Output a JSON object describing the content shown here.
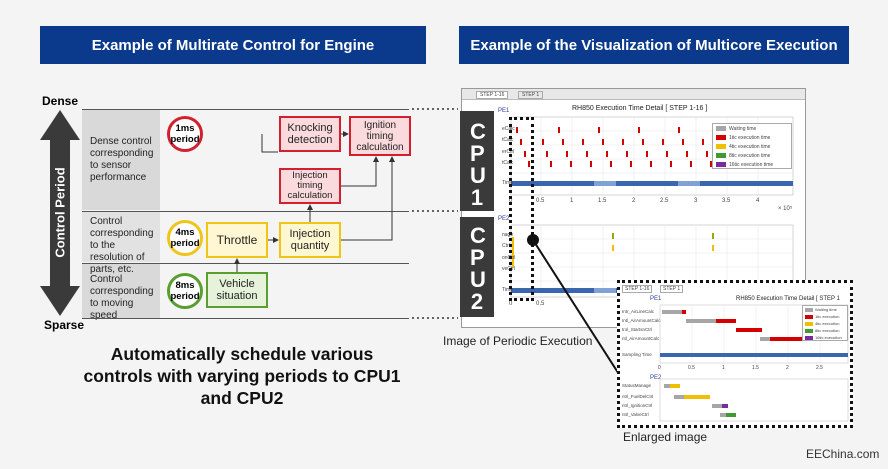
{
  "left_header": "Example of Multirate Control for Engine",
  "right_header": "Example of the Visualization of Multicore Execution",
  "axis": {
    "top": "Dense",
    "bottom": "Sparse",
    "title": "Control Period"
  },
  "bands": [
    {
      "text": "Dense control corresponding to sensor performance",
      "period": "1ms period"
    },
    {
      "text": "Control corresponding to the resolution of parts, etc.",
      "period": "4ms period"
    },
    {
      "text": "Control corresponding to moving speed",
      "period": "8ms period"
    }
  ],
  "blocks": {
    "knocking": "Knocking detection",
    "ignition": "Ignition timing calculation",
    "injection_timing": "Injection timing calculation",
    "throttle": "Throttle",
    "injection_quantity": "Injection quantity",
    "vehicle": "Vehicle situation"
  },
  "caption": "Automatically schedule various controls with varying periods to CPU1 and CPU2",
  "screenshot": {
    "tabs": [
      "STEP 1-16",
      "STEP 1"
    ],
    "title": "RH850 Execution Time Detail  [ STEP 1-16 ]",
    "pe1": "PE1",
    "pe2": "PE2",
    "cpu1": "CPU1",
    "cpu2": "CPU2",
    "row_labels_pe1": [
      "eCalc",
      "tCalc",
      "erCtrl",
      "tCalc",
      "Time"
    ],
    "row_labels_pe2": [
      "nage",
      "Ctrl",
      "onCtrl",
      "veCtrl",
      "Time"
    ],
    "x_ticks": [
      "0",
      "0.5",
      "1",
      "1.5",
      "2",
      "2.5",
      "3",
      "3.5",
      "4"
    ],
    "x_exp": "× 10⁵",
    "legend": [
      "Waiting time",
      "1tic execution time",
      "4tic execution time",
      "8tic execution time",
      "16tic execution time"
    ],
    "legend_colors": [
      "#a6a6a6",
      "#d40000",
      "#f0c000",
      "#3f9a2f",
      "#7a2a9a"
    ],
    "caption": "Image of Periodic Execution"
  },
  "enlarged": {
    "title": "RH850 Execution Time Detail  [ STEP 1",
    "tabs": [
      "STEP 1-16",
      "STEP 1"
    ],
    "pe1": "PE1",
    "pe2": "PE2",
    "pe1_rows": [
      "Intr_AirLineCalc",
      "Intl_AirAmountCalc",
      "trol_StartsnCtrl",
      "ntl_AirAmountCalc"
    ],
    "sampling": "Sampling Time",
    "pe2_rows": [
      "StatusManage",
      "ntrl_FuelDelCtrl",
      "ntrl_IgnitionCtrl",
      "ntrl_ValveCtrl"
    ],
    "x_ticks": [
      "0",
      "0.5",
      "1",
      "1.5",
      "2",
      "2.5"
    ],
    "legend": [
      "Waiting time",
      "1tic execution",
      "4tic execution",
      "8tic execution",
      "16tic execution"
    ],
    "caption": "Enlarged image"
  },
  "watermark": "EEChina.com"
}
